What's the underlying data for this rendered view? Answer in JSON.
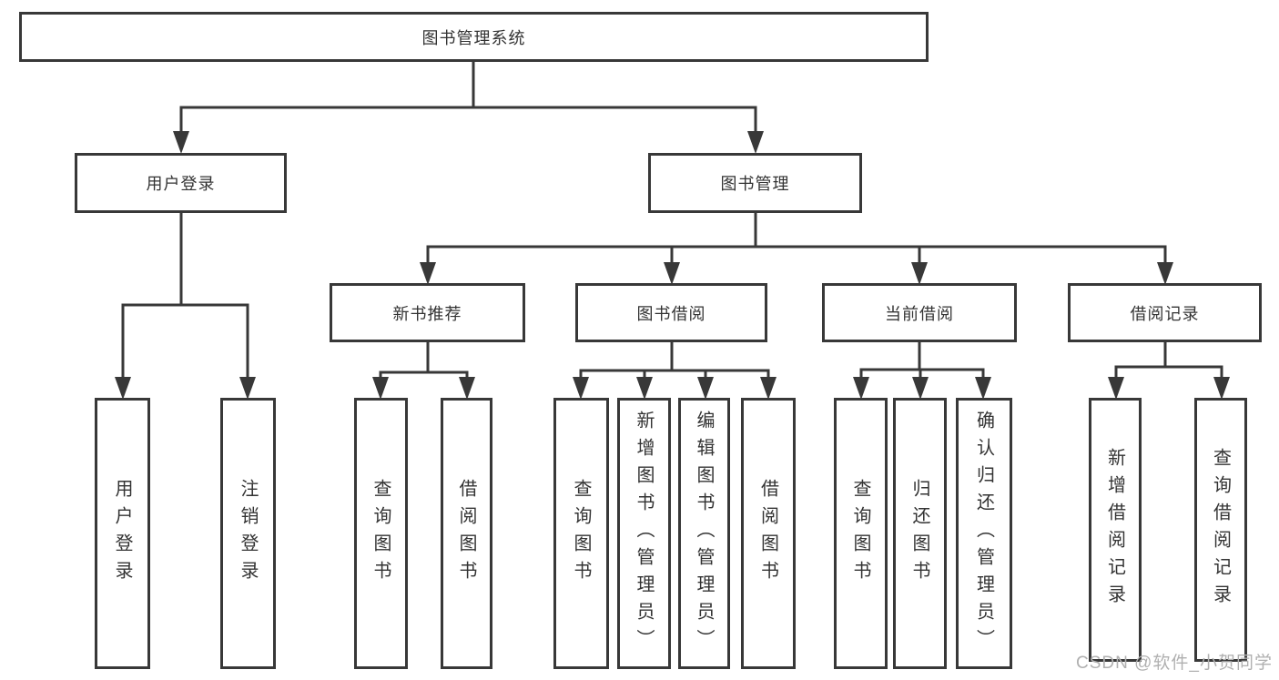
{
  "tree": {
    "label": "图书管理系统",
    "children": [
      {
        "label": "用户登录",
        "children": [
          {
            "label": "用户登录"
          },
          {
            "label": "注销登录"
          }
        ]
      },
      {
        "label": "图书管理",
        "children": [
          {
            "label": "新书推荐",
            "children": [
              {
                "label": "查询图书"
              },
              {
                "label": "借阅图书"
              }
            ]
          },
          {
            "label": "图书借阅",
            "children": [
              {
                "label": "查询图书"
              },
              {
                "label": "新增图书（管理员）"
              },
              {
                "label": "编辑图书（管理员）"
              },
              {
                "label": "借阅图书"
              }
            ]
          },
          {
            "label": "当前借阅",
            "children": [
              {
                "label": "查询图书"
              },
              {
                "label": "归还图书"
              },
              {
                "label": "确认归还（管理员）"
              }
            ]
          },
          {
            "label": "借阅记录",
            "children": [
              {
                "label": "新增借阅记录"
              },
              {
                "label": "查询借阅记录"
              }
            ]
          }
        ]
      }
    ]
  },
  "watermark": {
    "text": "CSDN @软件_小贺同学",
    "color": "#b0b0b0"
  },
  "colors": {
    "line": "#383838",
    "box_border": "#383838",
    "text": "#333333",
    "background": "#ffffff"
  }
}
